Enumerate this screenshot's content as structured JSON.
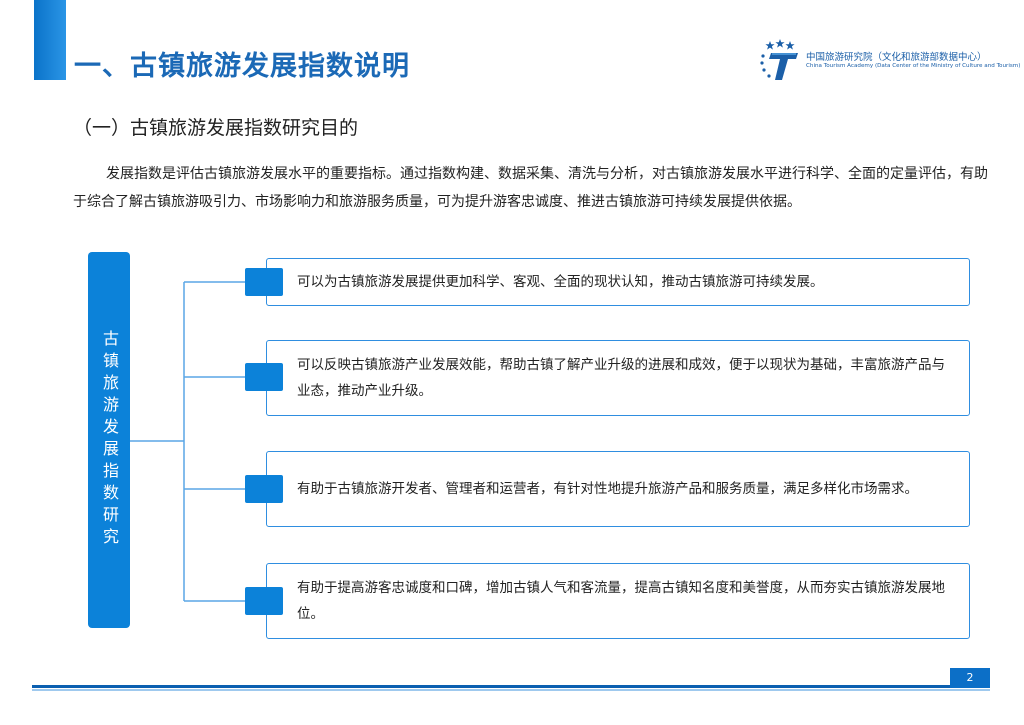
{
  "header": {
    "title": "一、古镇旅游发展指数说明",
    "logo": {
      "name_cn": "中国旅游研究院（文化和旅游部数据中心）",
      "name_en": "China Tourism Academy (Data Center of the Ministry of Culture and Tourism)",
      "icon": "cta-logo-icon"
    }
  },
  "section": {
    "heading": "（一）古镇旅游发展指数研究目的",
    "intro": "发展指数是评估古镇旅游发展水平的重要指标。通过指数构建、数据采集、清洗与分析，对古镇旅游发展水平进行科学、全面的定量评估，有助于综合了解古镇旅游吸引力、市场影响力和旅游服务质量，可为提升游客忠诚度、推进古镇旅游可持续发展提供依据。"
  },
  "diagram": {
    "root_label": "古镇旅游发展指数研究",
    "items": [
      "可以为古镇旅游发展提供更加科学、客观、全面的现状认知，推动古镇旅游可持续发展。",
      "可以反映古镇旅游产业发展效能，帮助古镇了解产业升级的进展和成效，便于以现状为基础，丰富旅游产品与业态，推动产业升级。",
      "有助于古镇旅游开发者、管理者和运营者，有针对性地提升旅游产品和服务质量，满足多样化市场需求。",
      "有助于提高游客忠诚度和口碑，增加古镇人气和客流量，提高古镇知名度和美誉度，从而夯实古镇旅游发展地位。"
    ]
  },
  "footer": {
    "page_number": "2"
  },
  "colors": {
    "title": "#1b69b6",
    "accent": "#0c82d9",
    "card_border": "#2f8ee0"
  }
}
